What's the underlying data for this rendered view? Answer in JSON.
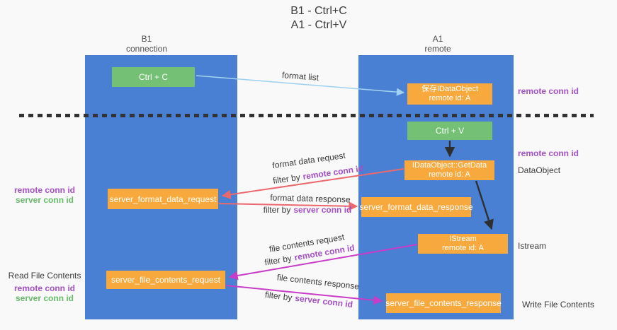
{
  "title": {
    "line1": "B1 - Ctrl+C",
    "line2": "A1 - Ctrl+V"
  },
  "lanes": {
    "left": {
      "title": "B1",
      "subtitle": "connection"
    },
    "right": {
      "title": "A1",
      "subtitle": "remote"
    }
  },
  "nodes": {
    "ctrl_c": {
      "label": "Ctrl + C"
    },
    "save_idataobject": {
      "line1": "保存IDataObject",
      "line2": "remote id: A"
    },
    "ctrl_v": {
      "label": "Ctrl + V"
    },
    "getdata": {
      "line1": "IDataObject::GetData",
      "line2": "remote id: A"
    },
    "server_format_data_request": {
      "label": "server_format_data_request"
    },
    "server_format_data_response": {
      "label": "server_format_data_response"
    },
    "istream": {
      "line1": "IStream",
      "line2": "remote id: A"
    },
    "server_file_contents_request": {
      "label": "server_file_contents_request"
    },
    "server_file_contents_response": {
      "label": "server_file_contents_response"
    }
  },
  "edges": {
    "format_list": {
      "label": "format list"
    },
    "format_data_request": {
      "label": "format data request",
      "filter_prefix": "filter by",
      "filter_key": "remote conn id"
    },
    "format_data_response": {
      "label": "format data response",
      "filter_prefix": "filter by",
      "filter_key": "server conn id"
    },
    "file_contents_request": {
      "label": "file contents request",
      "filter_prefix": "filter by",
      "filter_key": "remote conn id"
    },
    "file_contents_response": {
      "label": "file contents response",
      "filter_prefix": "filter by",
      "filter_key": "server conn id"
    }
  },
  "side_labels": {
    "right_remote_conn_id_1": "remote conn id",
    "right_remote_conn_id_2": "remote conn id",
    "data_object": "DataObject",
    "istream": "Istream",
    "write_file_contents": "Write File Contents",
    "left_remote_conn_id_1": "remote conn id",
    "left_server_conn_id_1": "server conn id",
    "read_file_contents": "Read File Contents",
    "left_remote_conn_id_2": "remote conn id",
    "left_server_conn_id_2": "server conn id"
  },
  "colors": {
    "lane_blue": "#4a80d3",
    "node_green": "#74c175",
    "node_orange": "#f8a93d",
    "arrow_blue": "#a0d2f0",
    "arrow_salmon": "#eb696e",
    "arrow_magenta": "#c83cc8",
    "arrow_black": "#2f2f2f",
    "text_purple": "#a450c5",
    "text_green": "#67bb6a"
  }
}
